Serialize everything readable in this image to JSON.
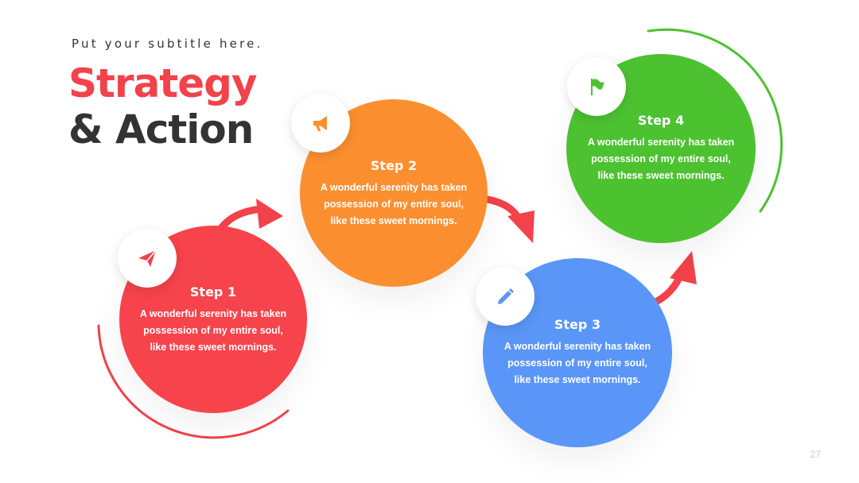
{
  "header": {
    "subtitle": "Put your subtitle here.",
    "title_line1": "Strategy",
    "title_line2": "& Action"
  },
  "colors": {
    "title_accent": "#f2424a",
    "title_dark": "#333333",
    "step1": "#f7434b",
    "step2": "#fb8f2f",
    "step3": "#5a96f7",
    "step4": "#4cc231",
    "arrow": "#f2424a"
  },
  "steps": [
    {
      "title": "Step 1",
      "description": "A wonderful serenity has taken possession of my entire soul, like these sweet mornings.",
      "icon": "paper-plane-icon"
    },
    {
      "title": "Step 2",
      "description": "A wonderful serenity has taken possession of my entire soul, like these sweet mornings.",
      "icon": "megaphone-icon"
    },
    {
      "title": "Step 3",
      "description": "A wonderful serenity has taken possession of my entire soul, like these sweet mornings.",
      "icon": "pencil-icon"
    },
    {
      "title": "Step 4",
      "description": "A wonderful serenity has taken possession of my entire soul, like these sweet mornings.",
      "icon": "flag-icon"
    }
  ],
  "footer": {
    "page_number": "27"
  }
}
